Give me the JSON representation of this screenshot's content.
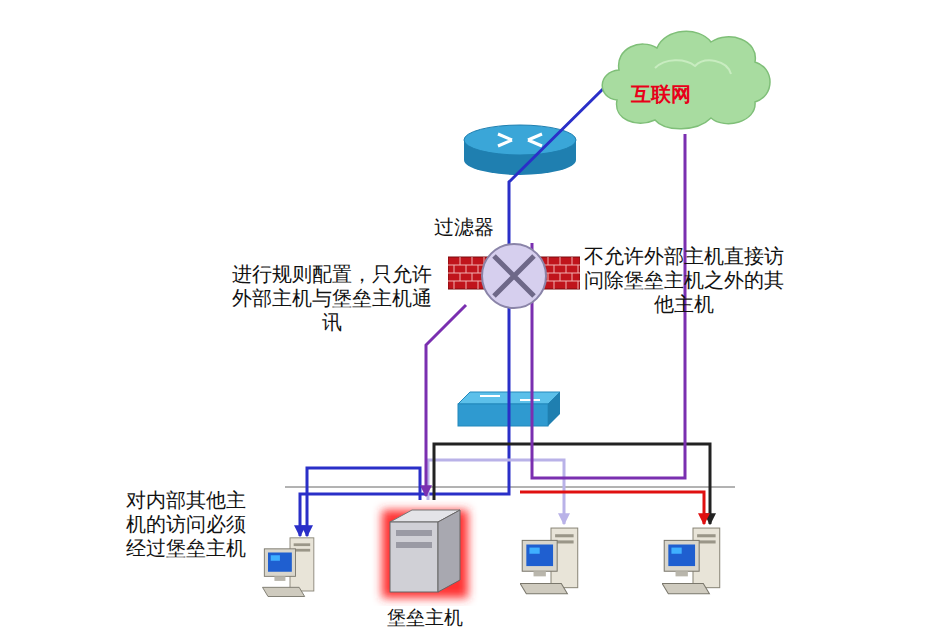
{
  "diagram": {
    "nodes": [
      {
        "text": [
          "互联网"
        ]
      },
      {
        "text": [
          "过滤器"
        ]
      },
      {
        "text": [
          "堡垒主机"
        ]
      }
    ],
    "edges": [
      {
        "from": 0,
        "to": 1,
        "arrow": "none"
      },
      {
        "from": 1,
        "to": 2,
        "arrow": "to"
      }
    ],
    "labels": [
      "进行规则配置，只允许外部主机与堡垒主机通讯",
      "不允许外部主机直接访问除堡垒主机之外的其他主机",
      "对内部其他主机的访问必须经过堡垒主机"
    ]
  }
}
